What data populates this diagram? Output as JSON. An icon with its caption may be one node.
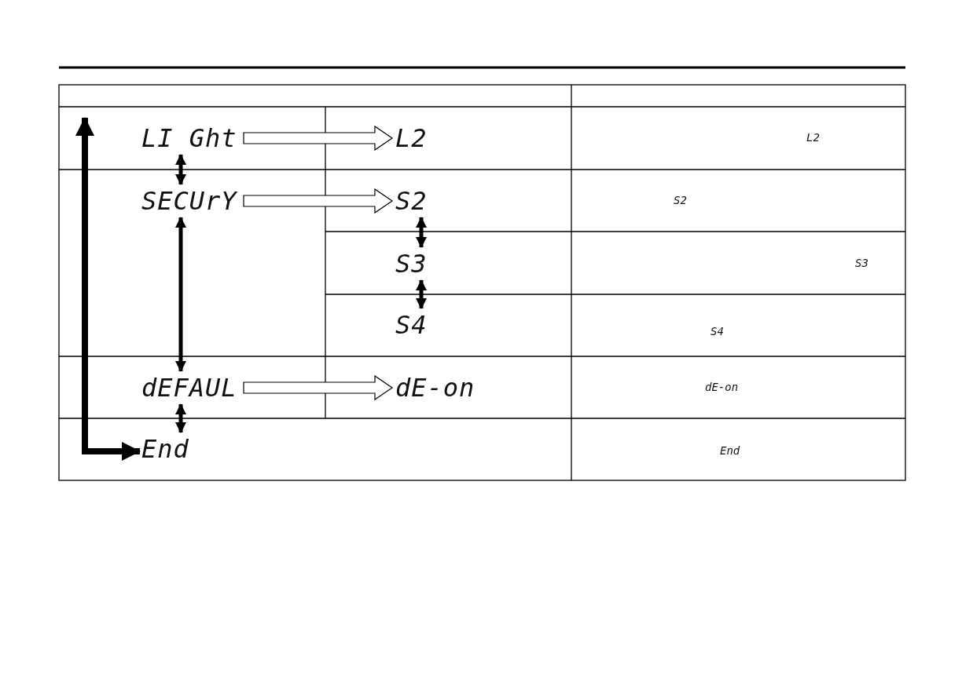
{
  "diagram": {
    "nodes": [
      {
        "text": [
          "LI Ght"
        ]
      },
      {
        "text": [
          "L2"
        ]
      },
      {
        "text": [
          "SECUrY"
        ]
      },
      {
        "text": [
          "S2"
        ]
      },
      {
        "text": [
          "S3"
        ]
      },
      {
        "text": [
          "S4"
        ]
      },
      {
        "text": [
          "dEFAUL"
        ]
      },
      {
        "text": [
          "dE-on"
        ]
      },
      {
        "text": [
          "End"
        ]
      }
    ],
    "edges": [
      {
        "from": 0,
        "to": 1,
        "arrow": "to"
      },
      {
        "from": 0,
        "to": 2,
        "arrow": "both"
      },
      {
        "from": 2,
        "to": 3,
        "arrow": "to"
      },
      {
        "from": 3,
        "to": 4,
        "arrow": "both"
      },
      {
        "from": 4,
        "to": 5,
        "arrow": "both"
      },
      {
        "from": 2,
        "to": 6,
        "arrow": "both"
      },
      {
        "from": 6,
        "to": 7,
        "arrow": "to"
      },
      {
        "from": 6,
        "to": 8,
        "arrow": "both"
      },
      {
        "from": null,
        "to": 8,
        "arrow": "both"
      }
    ],
    "labels": [
      "L2",
      "S2",
      "S3",
      "S4",
      "dE-on",
      "End"
    ]
  }
}
